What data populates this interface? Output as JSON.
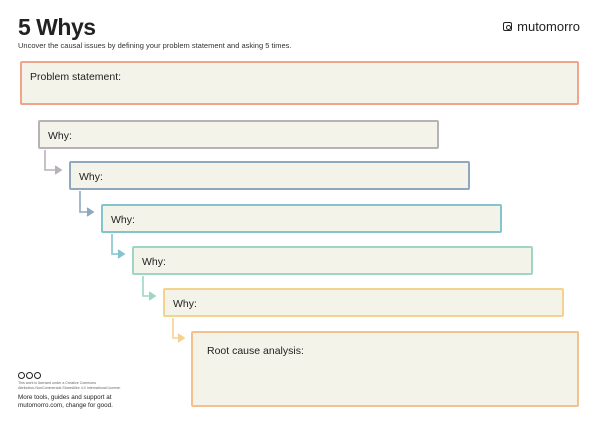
{
  "header": {
    "title": "5 Whys",
    "subtitle": "Uncover the causal issues by defining your problem statement and asking 5 times.",
    "brand": "mutomorro"
  },
  "problem": {
    "label": "Problem statement:"
  },
  "whys": [
    {
      "label": "Why:"
    },
    {
      "label": "Why:"
    },
    {
      "label": "Why:"
    },
    {
      "label": "Why:"
    },
    {
      "label": "Why:"
    }
  ],
  "root_cause": {
    "label": "Root cause analysis:"
  },
  "footer": {
    "license_line1": "This work is licensed under a Creative Commons",
    "license_line2": "Attribution-NonCommercial-ShareAlike 4.0 International License.",
    "more_line1": "More tools, guides and support at",
    "more_line2": "mutomorro.com, change for good."
  },
  "colors": {
    "box_fill": "#f4f3ea",
    "problem": "#f0a48a",
    "why1": "#b8b2b8",
    "why2": "#8fa8bd",
    "why3": "#84c4cc",
    "why4": "#9ed6c6",
    "why5": "#f3d38d",
    "root": "#f5c08c"
  }
}
